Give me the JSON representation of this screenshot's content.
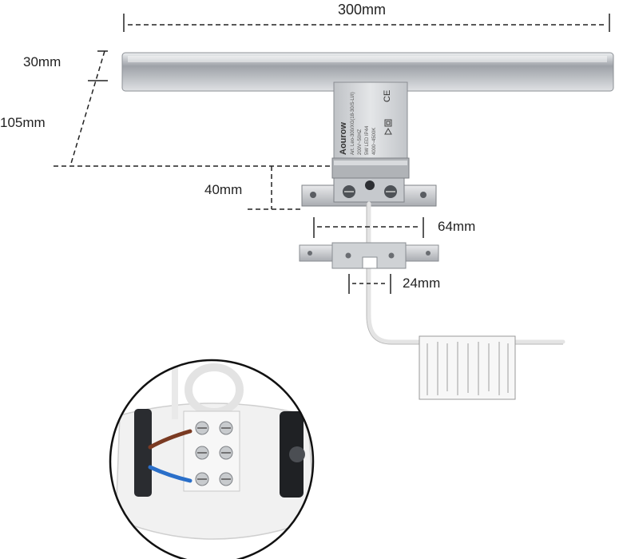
{
  "dimensions": {
    "width": "300mm",
    "thickness": "30mm",
    "depth": "105mm",
    "mount_height": "40mm",
    "bracket_span": "64mm",
    "bracket_hole": "24mm"
  },
  "product_label": {
    "brand": "Aourow",
    "model": "Art. Leo-300/XG(18-30/S-LI/I)",
    "voltage": "200V~50HZ",
    "power": "5W LED IP44",
    "temperature": "4000~4500K"
  },
  "colors": {
    "background": "#ffffff",
    "lamp_body": "#c9cbce",
    "connector_white": "#f2f2f2",
    "wire_brown": "#7a3a22",
    "wire_blue": "#2a6fc9",
    "dim_line": "#222222"
  }
}
